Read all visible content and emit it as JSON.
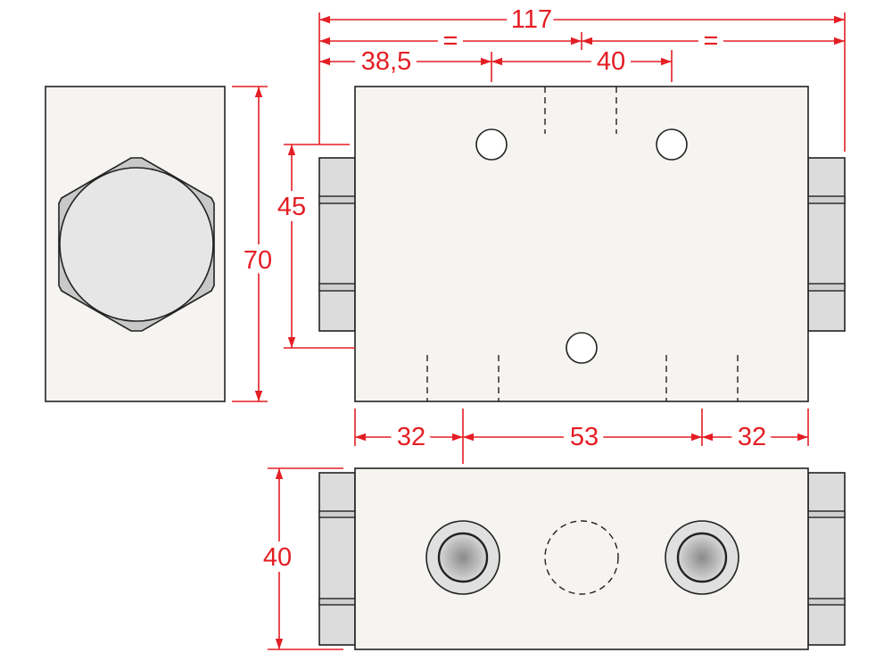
{
  "colors": {
    "dimension": "#e31e24",
    "body": "#f6f4f1",
    "outline": "#222222"
  },
  "dimensions": {
    "overall_length": "117",
    "equal_left": "=",
    "equal_right": "=",
    "first_hole_offset": "38,5",
    "hole_spacing": "40",
    "hole_vertical": "45",
    "height": "70",
    "port_left": "32",
    "port_spacing": "53",
    "port_right": "32",
    "thickness": "40"
  }
}
